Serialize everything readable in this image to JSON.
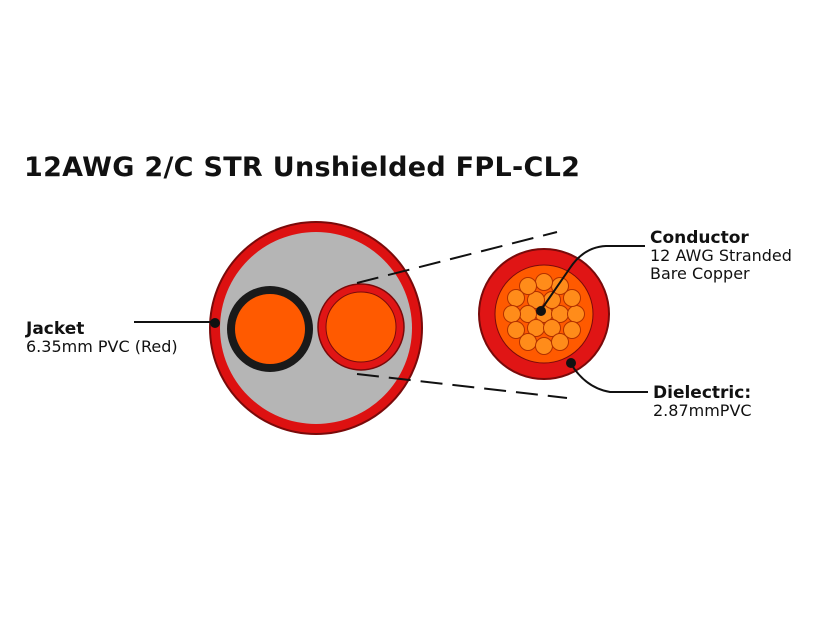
{
  "title": "12AWG 2/C STR Unshielded FPL-CL2",
  "labels": {
    "jacket": {
      "heading": "Jacket",
      "detail": "6.35mm PVC (Red)"
    },
    "conductor": {
      "heading": "Conductor",
      "detail_line1": "12 AWG Stranded",
      "detail_line2": "Bare Copper"
    },
    "dielectric": {
      "heading": "Dielectric:",
      "detail": "2.87mmPVC"
    }
  },
  "colors": {
    "jacket_red": "#dd1111",
    "filler_gray": "#b5b5b5",
    "black_insulation": "#1a1a1a",
    "copper_orange": "#ff5a00",
    "dielectric_red": "#e01515",
    "strand_orange": "#ff8c1a"
  }
}
